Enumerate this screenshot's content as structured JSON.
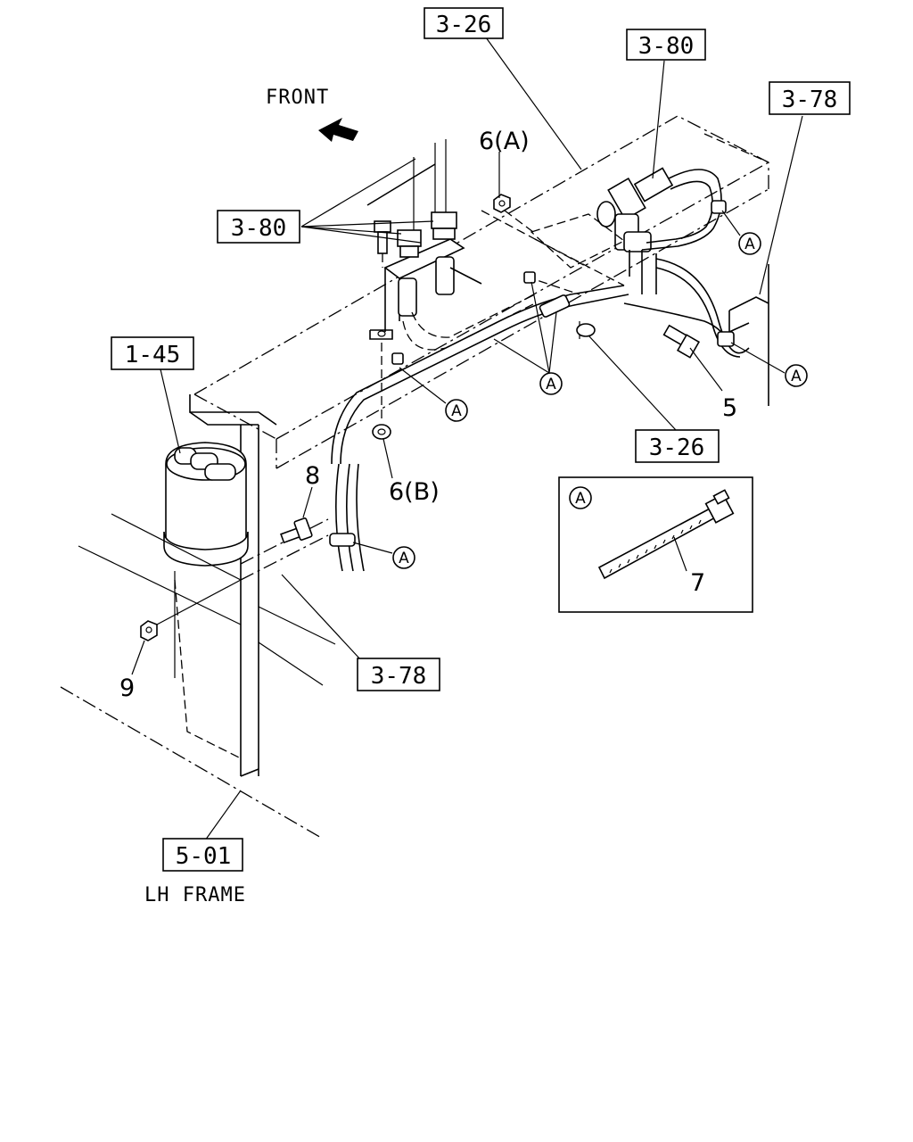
{
  "diagram": {
    "front_label": "FRONT",
    "frame_label": "LH FRAME",
    "ref_labels": {
      "r326_top": "3-26",
      "r380_top": "3-80",
      "r378_top": "3-78",
      "r380_left": "3-80",
      "r145": "1-45",
      "r326_bottom": "3-26",
      "r378_bottom": "3-78",
      "r501": "5-01"
    },
    "part_numbers": {
      "p6a": "6(A)",
      "p6b": "6(B)",
      "p5": "5",
      "p7": "7",
      "p8": "8",
      "p9": "9"
    },
    "callout": "A",
    "inset_callout": "A"
  }
}
